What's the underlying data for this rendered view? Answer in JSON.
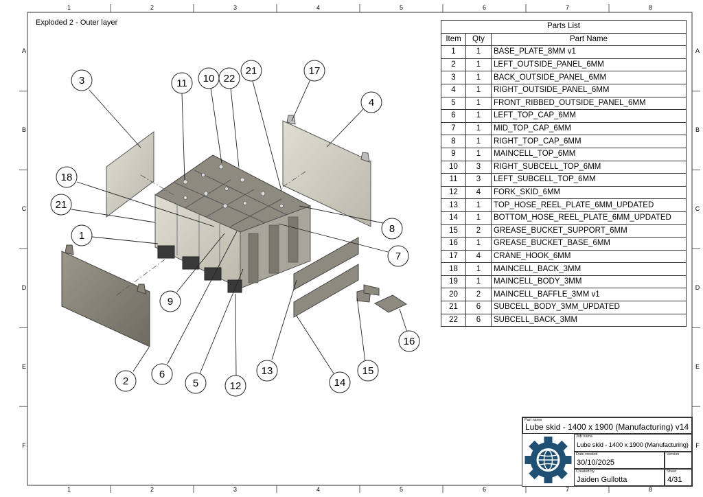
{
  "view_title": "Exploded 2 - Outer layer",
  "zones": {
    "columns": [
      "1",
      "2",
      "3",
      "4",
      "5",
      "6",
      "7",
      "8"
    ],
    "rows": [
      "A",
      "B",
      "C",
      "D",
      "E",
      "F"
    ]
  },
  "parts_list": {
    "caption": "Parts List",
    "headers": {
      "item": "Item",
      "qty": "Qty",
      "name": "Part Name"
    },
    "rows": [
      {
        "item": "1",
        "qty": "1",
        "name": "BASE_PLATE_8MM v1"
      },
      {
        "item": "2",
        "qty": "1",
        "name": "LEFT_OUTSIDE_PANEL_6MM"
      },
      {
        "item": "3",
        "qty": "1",
        "name": "BACK_OUTSIDE_PANEL_6MM"
      },
      {
        "item": "4",
        "qty": "1",
        "name": "RIGHT_OUTSIDE_PANEL_6MM"
      },
      {
        "item": "5",
        "qty": "1",
        "name": "FRONT_RIBBED_OUTSIDE_PANEL_6MM"
      },
      {
        "item": "6",
        "qty": "1",
        "name": "LEFT_TOP_CAP_6MM"
      },
      {
        "item": "7",
        "qty": "1",
        "name": "MID_TOP_CAP_6MM"
      },
      {
        "item": "8",
        "qty": "1",
        "name": "RIGHT_TOP_CAP_6MM"
      },
      {
        "item": "9",
        "qty": "1",
        "name": "MAINCELL_TOP_6MM"
      },
      {
        "item": "10",
        "qty": "3",
        "name": "RIGHT_SUBCELL_TOP_6MM"
      },
      {
        "item": "11",
        "qty": "3",
        "name": "LEFT_SUBCELL_TOP_6MM"
      },
      {
        "item": "12",
        "qty": "4",
        "name": "FORK_SKID_6MM"
      },
      {
        "item": "13",
        "qty": "1",
        "name": "TOP_HOSE_REEL_PLATE_6MM_UPDATED"
      },
      {
        "item": "14",
        "qty": "1",
        "name": "BOTTOM_HOSE_REEL_PLATE_6MM_UPDATED"
      },
      {
        "item": "15",
        "qty": "2",
        "name": "GREASE_BUCKET_SUPPORT_6MM"
      },
      {
        "item": "16",
        "qty": "1",
        "name": "GREASE_BUCKET_BASE_6MM"
      },
      {
        "item": "17",
        "qty": "4",
        "name": "CRANE_HOOK_6MM"
      },
      {
        "item": "18",
        "qty": "1",
        "name": "MAINCELL_BACK_3MM"
      },
      {
        "item": "19",
        "qty": "1",
        "name": "MAINCELL_BODY_3MM"
      },
      {
        "item": "20",
        "qty": "2",
        "name": "MAINCELL_BAFFLE_3MM v1"
      },
      {
        "item": "21",
        "qty": "6",
        "name": "SUBCELL_BODY_3MM_UPDATED"
      },
      {
        "item": "22",
        "qty": "6",
        "name": "SUBCELL_BACK_3MM"
      }
    ]
  },
  "title_block": {
    "part_name_caption": "Part name",
    "part_name": "Lube skid - 1400 x 1900 (Manufacturing) v14",
    "job_name_caption": "Job name",
    "job_name": "Lube skid - 1400 x 1900 (Manufacturing)",
    "date_caption": "Date created",
    "date": "30/10/2025",
    "version_caption": "Version",
    "version": "",
    "created_by_caption": "Created by",
    "created_by": "Jaiden Gullotta",
    "sheet_caption": "Sheet",
    "sheet": "4/31"
  },
  "balloons": [
    "1",
    "2",
    "3",
    "4",
    "5",
    "6",
    "7",
    "8",
    "9",
    "10",
    "11",
    "12",
    "13",
    "14",
    "15",
    "16",
    "17",
    "18",
    "21",
    "21",
    "22"
  ],
  "colors": {
    "line": "#333333",
    "panel_light": "#d8d4c8",
    "panel_dark": "#8a8578",
    "logo_blue": "#1f4f73"
  }
}
